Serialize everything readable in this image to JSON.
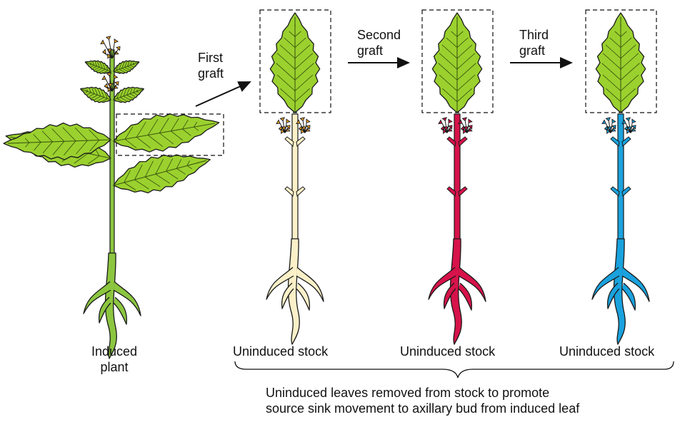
{
  "labels": {
    "induced_plant": "Induced\nplant",
    "stock_1": "Uninduced stock",
    "stock_2": "Uninduced stock",
    "stock_3": "Uninduced stock",
    "first_graft": "First\ngraft",
    "second_graft": "Second\ngraft",
    "third_graft": "Third\ngraft",
    "caption": "Uninduced leaves removed from stock to promote\nsource sink movement to axillary bud from induced leaf"
  },
  "colors": {
    "leaf_fill": "#9bd12e",
    "vein": "#3d5a10",
    "outline": "#1a1a1a",
    "induced_stem": "#8cc63f",
    "induced_root": "#8cc63f",
    "flower": "#f5a623",
    "stock_1_stem": "#fbf0c8",
    "stock_2_stem": "#d6134a",
    "stock_3_stem": "#1aa2de",
    "bud_1": "#f5a623",
    "bud_2": "#d6134a",
    "bud_3": "#1aa2de"
  }
}
